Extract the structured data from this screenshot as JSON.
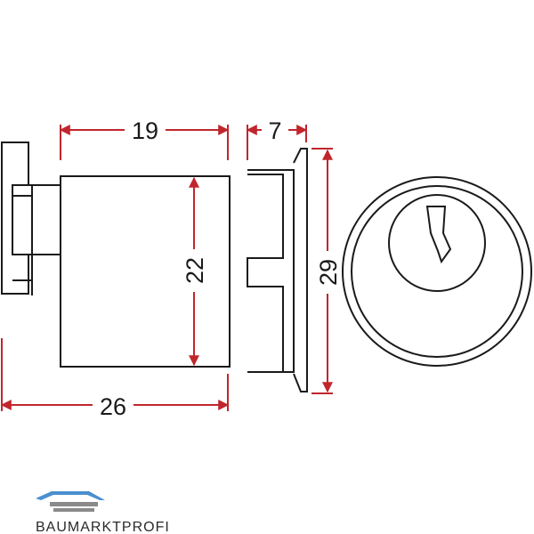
{
  "dimensions": {
    "top_length": "19",
    "rosette_thickness": "7",
    "cylinder_height": "22",
    "rosette_height": "29",
    "total_length": "26"
  },
  "brand": {
    "name": "BAUMARKTPROFI"
  },
  "colors": {
    "dimension_line": "#c0262c",
    "outline": "#1a1a1a",
    "logo_blue": "#4a8fd0",
    "logo_grey": "#8a8a8a"
  }
}
